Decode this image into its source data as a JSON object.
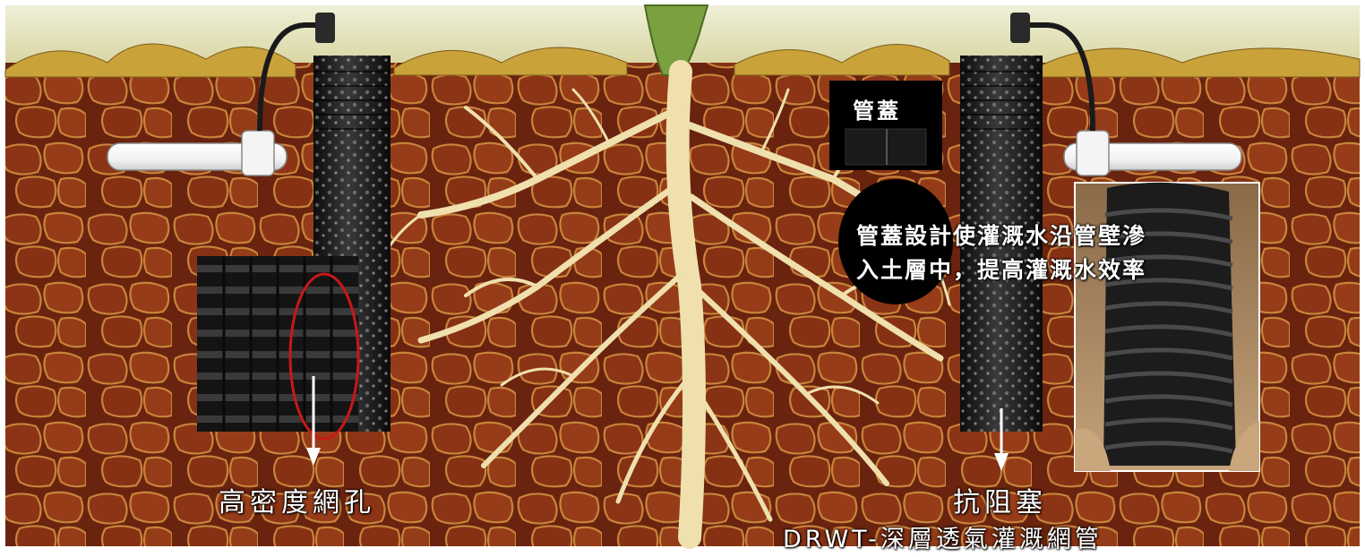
{
  "labels": {
    "cap": "管蓋",
    "cap_desc_line1": "管蓋設計使灌溉水沿管壁滲",
    "cap_desc_line2": "入土層中，提高灌溉水效率",
    "mesh": "高密度網孔",
    "anti_clog": "抗阻塞",
    "product": "DRWT-深層透氣灌溉網管"
  },
  "colors": {
    "soil_dark": "#5a1a0c",
    "soil_mid": "#8a3418",
    "soil_light": "#b85a2c",
    "root": "#f0e2b0",
    "pipe": "#1c1c1c",
    "highlight_ring": "#c81818"
  }
}
